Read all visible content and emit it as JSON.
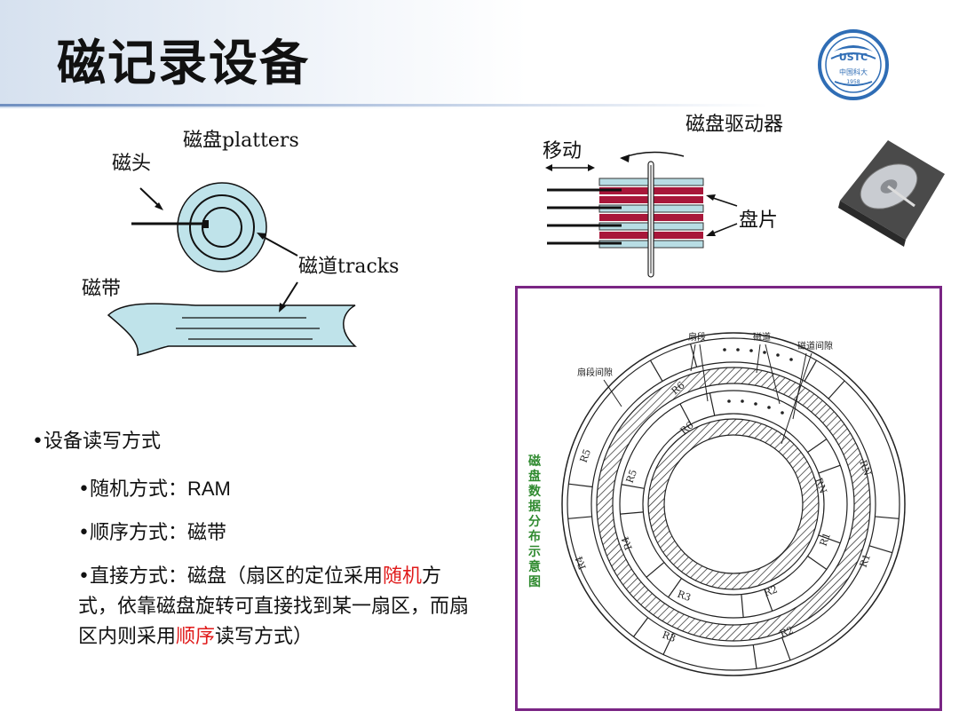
{
  "slide": {
    "title": "磁记录设备",
    "logo_text": "USTC",
    "logo_sub": "中国科大",
    "logo_year": "1958"
  },
  "left_diagram": {
    "platters_label": "磁盘platters",
    "head_label": "磁头",
    "tracks_label": "磁道tracks",
    "tape_label": "磁带"
  },
  "drive_diagram": {
    "drive_label": "磁盘驱动器",
    "move_label": "移动",
    "platter_label": "盘片"
  },
  "sector_diagram": {
    "vertical_title": "磁盘数据分布示意图",
    "sector_label": "扇段",
    "track_label": "磁道",
    "track_gap_label": "磁道间隙",
    "sector_gap_label": "扇段间隙",
    "records": [
      "R1",
      "R2",
      "R3",
      "R4",
      "R5",
      "R6",
      "RN"
    ]
  },
  "bullets": {
    "heading": "•设备读写方式",
    "item1_prefix": "•随机方式：",
    "item1_value": "RAM",
    "item2": "•顺序方式：磁带",
    "item3_a": "•直接方式：磁盘（扇区的定位采用",
    "item3_red1": "随机",
    "item3_b": "方式，依靠磁盘旋转可直接找到某一扇区，而扇区内则采用",
    "item3_red2": "顺序",
    "item3_c": "读写方式）"
  },
  "colors": {
    "platter_fill": "#bfe3ea",
    "tape_fill": "#bfe3ea",
    "drive_platter_red": "#a8173a",
    "drive_platter_blue": "#b8dde4",
    "box_border": "#7a2584",
    "vertical_title": "#2f8a2f",
    "highlight_red": "#e01b1b"
  }
}
